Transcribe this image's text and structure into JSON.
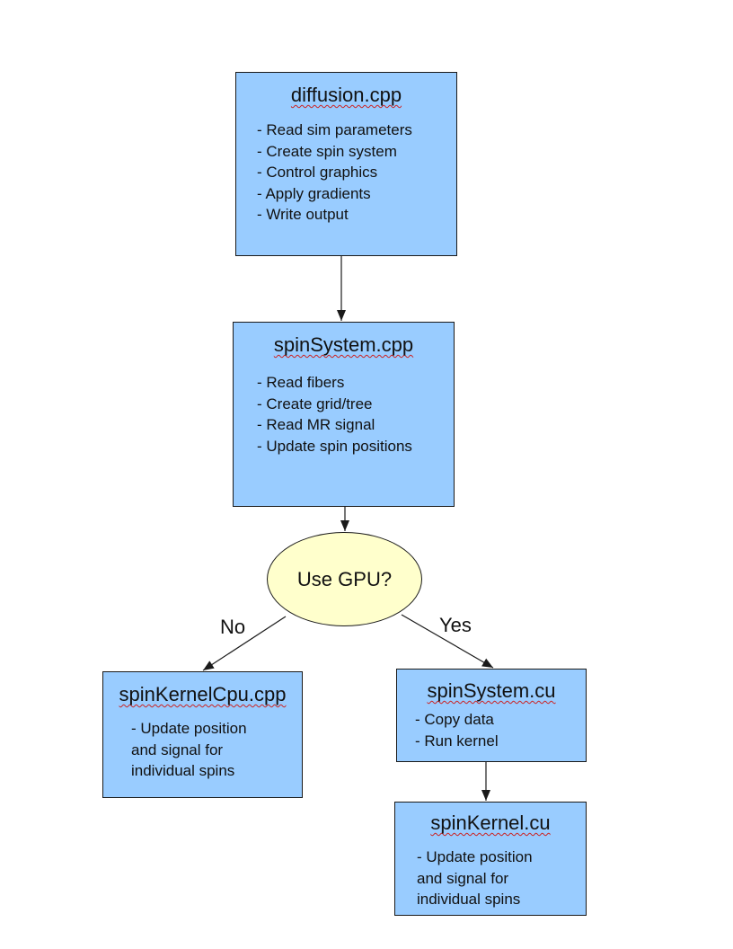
{
  "nodes": {
    "diffusion": {
      "title": "diffusion.cpp",
      "lines": [
        "- Read sim parameters",
        "- Create spin system",
        "- Control graphics",
        "- Apply gradients",
        "- Write output"
      ]
    },
    "spin_system": {
      "title": "spinSystem.cpp",
      "lines": [
        "- Read fibers",
        "- Create grid/tree",
        "- Read MR signal",
        "- Update spin positions"
      ]
    },
    "decision": {
      "label": "Use GPU?"
    },
    "kernel_cpu": {
      "title": "spinKernelCpu.cpp",
      "lines": [
        "- Update position",
        "and signal for",
        "individual spins"
      ]
    },
    "spin_system_cu": {
      "title": "spinSystem.cu",
      "lines": [
        "- Copy data",
        "- Run kernel"
      ]
    },
    "kernel_cu": {
      "title": "spinKernel.cu",
      "lines": [
        "- Update position",
        "and signal for",
        "individual spins"
      ]
    }
  },
  "edges": {
    "no_label": "No",
    "yes_label": "Yes"
  },
  "colors": {
    "box_fill": "#99ccff",
    "decision_fill": "#ffffcc",
    "stroke": "#1a1a1a",
    "spellcheck_underline": "#cc2222"
  }
}
